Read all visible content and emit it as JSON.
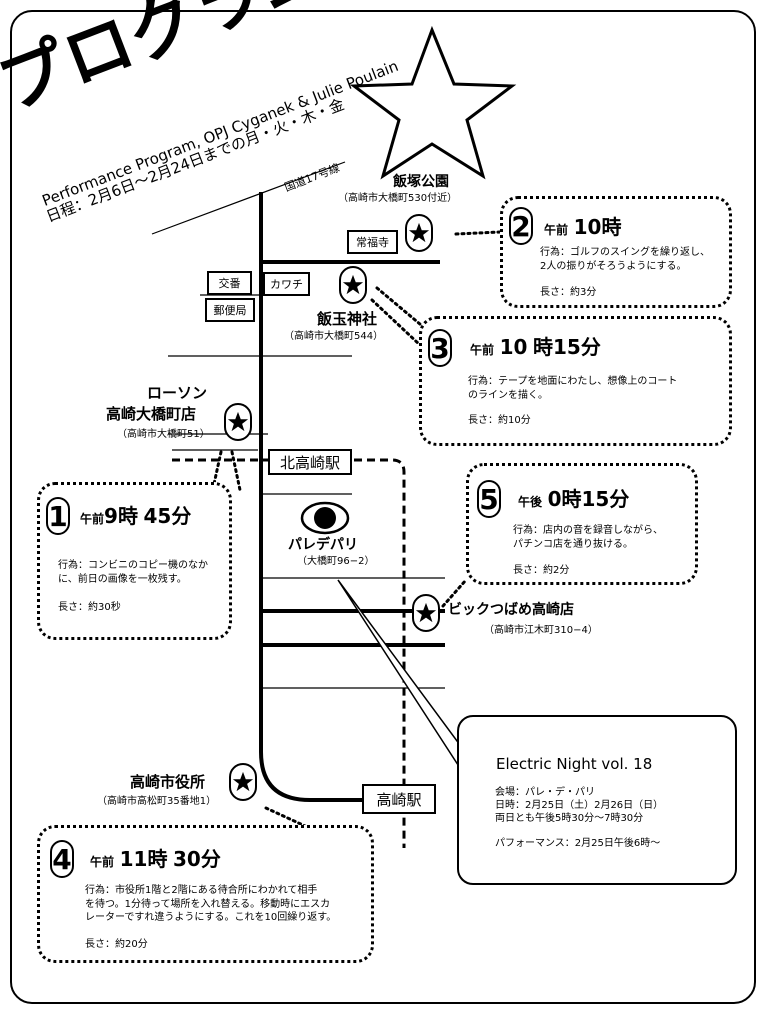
{
  "title": {
    "main": "プログラム",
    "subtitle": "Performance Program, OPJ Cyganek & Julie Poulain",
    "schedule": "日程：2月6日〜2月24日までの月・火・木・金"
  },
  "roads": {
    "route17": "国道17号線"
  },
  "landmarks": {
    "jofukuji": "常福寺",
    "koban": "交番",
    "yubinkyoku": "郵便局",
    "kawachi": "カワチ",
    "kitatakasaki": "北高崎駅",
    "takasaki": "高崎駅"
  },
  "places": {
    "iizuka_park": {
      "name": "飯塚公園",
      "address": "（高崎市大橋町530付近）"
    },
    "iidama_shrine": {
      "name": "飯玉神社",
      "address": "（高崎市大橋町544）"
    },
    "lawson": {
      "name1": "ローソン",
      "name2": "高崎大橋町店",
      "address": "（高崎市大橋町51）"
    },
    "palais_de_paris": {
      "name": "パレデパリ",
      "address": "（大橋町96−2）"
    },
    "bic_tsubame": {
      "name": "ビックつばめ高崎店",
      "address": "（高崎市江木町310−4）"
    },
    "city_hall": {
      "name": "高崎市役所",
      "address": "（高崎市高松町35番地1）"
    }
  },
  "performances": [
    {
      "num": "1",
      "ampm": "午前",
      "hour": "9",
      "h_unit": "時",
      "minute": "45",
      "m_unit": "分",
      "desc1": "行為：コンビニのコピー機のなか",
      "desc2": "に、前日の画像を一枚残す。",
      "desc3": "",
      "length": "長さ：約30秒"
    },
    {
      "num": "2",
      "ampm": "午前",
      "hour": "10",
      "h_unit": "時",
      "minute": "",
      "m_unit": "",
      "desc1": "行為：ゴルフのスイングを繰り返し、",
      "desc2": "2人の振りがそろうようにする。",
      "desc3": "",
      "length": "長さ：約3分"
    },
    {
      "num": "3",
      "ampm": "午前",
      "hour": "10",
      "h_unit": "時",
      "minute": "15",
      "m_unit": "分",
      "desc1": "行為：テープを地面にわたし、想像上のコート",
      "desc2": "のラインを描く。",
      "desc3": "",
      "length": "長さ：約10分"
    },
    {
      "num": "4",
      "ampm": "午前",
      "hour": "11",
      "h_unit": "時",
      "minute": "30",
      "m_unit": "分",
      "desc1": "行為：市役所1階と2階にある待合所にわかれて相手",
      "desc2": "を待つ。1分待って場所を入れ替える。移動時にエスカ",
      "desc3": "レーターですれ違うようにする。これを10回繰り返す。",
      "length": "長さ：約20分"
    },
    {
      "num": "5",
      "ampm": "午後",
      "hour": "0",
      "h_unit": "時",
      "minute": "15",
      "m_unit": "分",
      "desc1": "行為：店内の音を録音しながら、",
      "desc2": "パチンコ店を通り抜ける。",
      "desc3": "",
      "length": "長さ：約2分"
    }
  ],
  "event": {
    "title": "Electric Night vol. 18",
    "venue": "会場：パレ・デ・パリ",
    "date": "日時：2月25日（土）2月26日（日）",
    "time": "両日とも午後5時30分〜7時30分",
    "performance": "パフォーマンス：2月25日午後6時〜"
  }
}
